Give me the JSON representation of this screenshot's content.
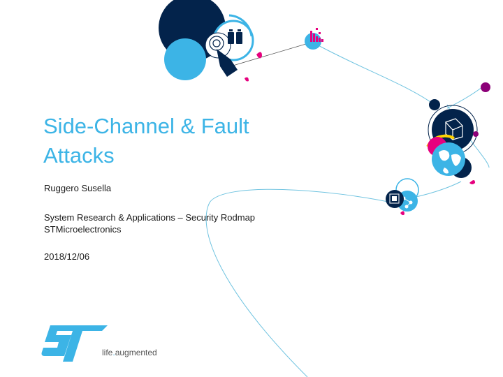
{
  "slide": {
    "title_line1": "Side-Channel & Fault",
    "title_line2": "Attacks",
    "author": "Ruggero Susella",
    "affiliation_line1": "System Research & Applications – Security Rodmap",
    "affiliation_line2": "STMicroelectronics",
    "date": "2018/12/06"
  },
  "brand": {
    "logo_text": "ST",
    "tagline_part1": "life",
    "tagline_dot": ".",
    "tagline_part2": "augmented"
  },
  "colors": {
    "title_blue": "#3cb4e6",
    "dark_navy": "#03234b",
    "magenta": "#e6007e",
    "plum": "#8c0078",
    "yellow": "#ffd200",
    "logo_blue": "#3cb4e6"
  },
  "icons": [
    "hand-touch-icon",
    "battery-icon",
    "bar-chart-icon",
    "cube-icon",
    "globe-icon",
    "chip-icon",
    "network-icon"
  ]
}
